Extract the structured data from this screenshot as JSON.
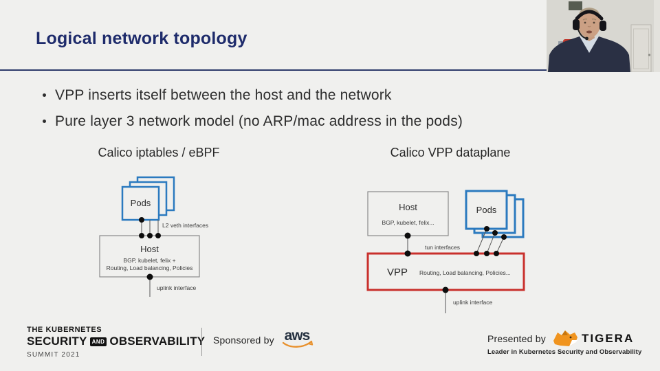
{
  "slide": {
    "title": "Logical network topology",
    "bullets": [
      "VPP inserts itself between the host and the network",
      "Pure layer 3 network model (no ARP/mac address in the pods)"
    ]
  },
  "diagrams": {
    "left": {
      "heading": "Calico iptables / eBPF",
      "pods_label": "Pods",
      "veth_label": "L2 veth interfaces",
      "host_label": "Host",
      "host_sub1": "BGP, kubelet, felix +",
      "host_sub2": "Routing, Load balancing, Policies",
      "uplink_label": "uplink interface"
    },
    "right": {
      "heading": "Calico VPP dataplane",
      "host_label": "Host",
      "host_sub": "BGP, kubelet, felix...",
      "pods_label": "Pods",
      "tun_label": "tun interfaces",
      "vpp_label": "VPP",
      "vpp_sub": "Routing, Load balancing, Policies...",
      "uplink_label": "uplink interface"
    }
  },
  "footer": {
    "event_line1": "THE KUBERNETES",
    "event_security": "SECURITY",
    "event_and": "AND",
    "event_observability": "OBSERVABILITY",
    "event_line3": "SUMMIT 2021",
    "sponsored_by": "Sponsored by",
    "aws_logo": "aws",
    "presented_by": "Presented by",
    "tigera_logo": "TIGERA",
    "tigera_tagline": "Leader in Kubernetes Security and Observability"
  },
  "colors": {
    "background": "#f0f0ee",
    "accent_navy": "#1e2b6b",
    "pods_blue": "#2b7abf",
    "box_gray": "#8a8a8a",
    "vpp_red": "#c9302c",
    "aws_orange": "#e8912d",
    "tigera_orange": "#f0941f"
  }
}
